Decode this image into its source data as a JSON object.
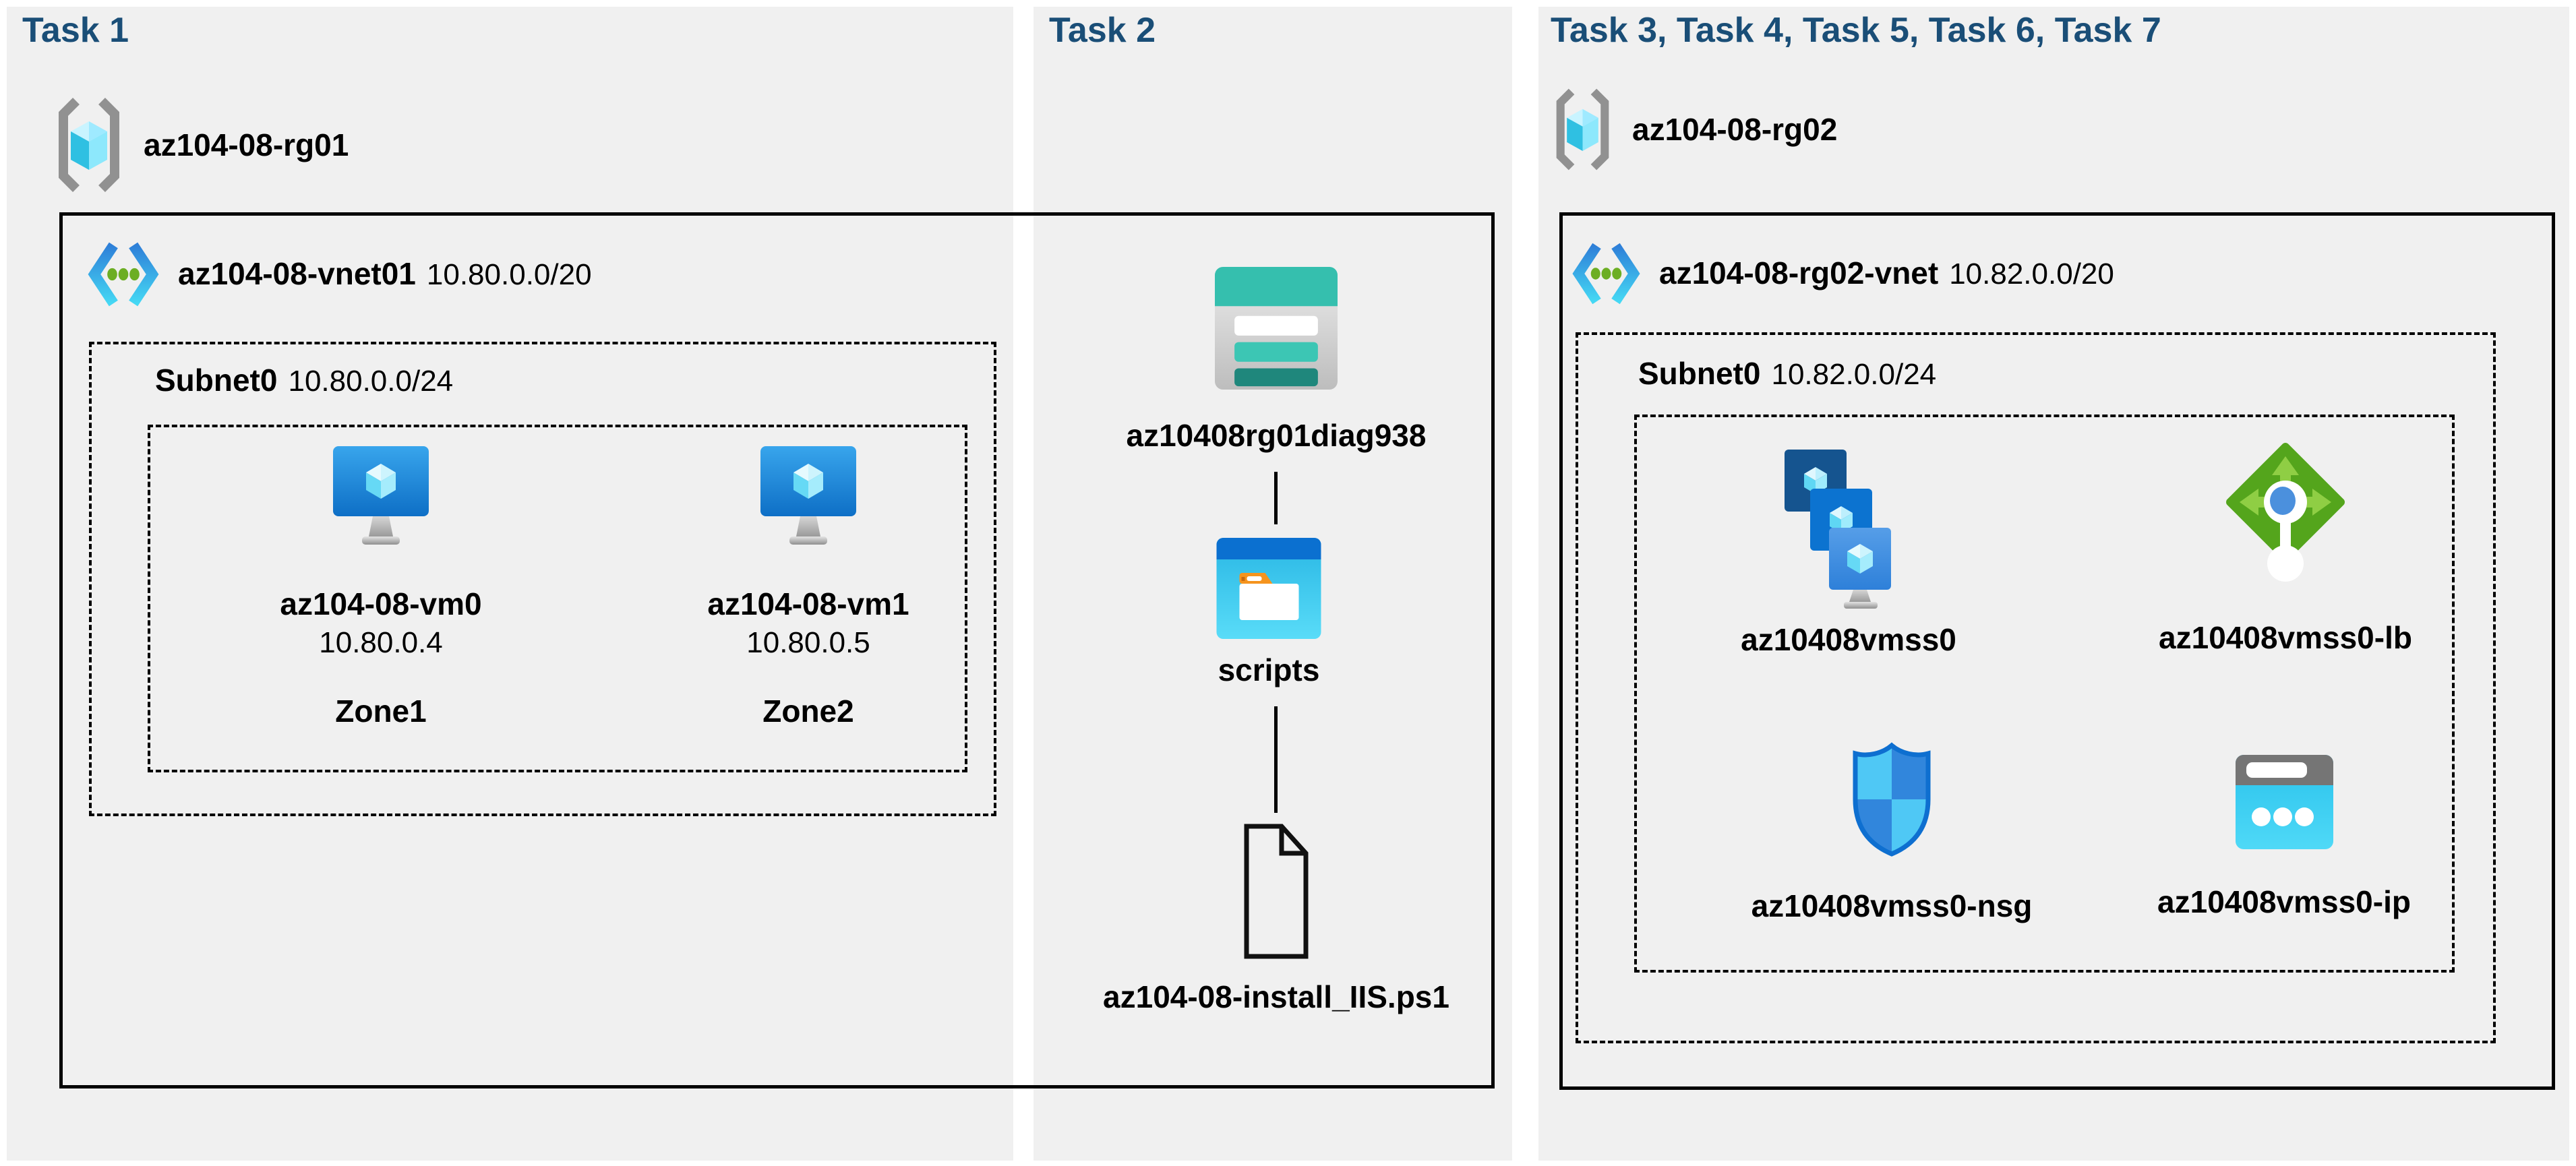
{
  "colors": {
    "page_bg": "#ffffff",
    "panel_bg": "#f0f0f0",
    "title_text": "#1a4e77",
    "label_text": "#000000",
    "box_line": "#000000",
    "vnet_icon_green": "#6cae23",
    "storage_teal": "#35bfae",
    "lb_green": "#54a51c",
    "nsg_blue": "#0e6fd0",
    "ip_cyan": "#2ac3ed"
  },
  "panels": {
    "task1": {
      "title": "Task 1",
      "resource_group": "az104-08-rg01",
      "vnet_name": "az104-08-vnet01",
      "vnet_cidr": "10.80.0.0/20",
      "subnet_name": "Subnet0",
      "subnet_cidr": "10.80.0.0/24",
      "vm0": {
        "name": "az104-08-vm0",
        "ip": "10.80.0.4",
        "zone": "Zone1"
      },
      "vm1": {
        "name": "az104-08-vm1",
        "ip": "10.80.0.5",
        "zone": "Zone2"
      }
    },
    "task2": {
      "title": "Task 2",
      "storage_account": "az10408rg01diag938",
      "container": "scripts",
      "script_file": "az104-08-install_IIS.ps1"
    },
    "task3": {
      "title": "Task 3, Task 4, Task 5, Task 6, Task 7",
      "resource_group": "az104-08-rg02",
      "vnet_name": "az104-08-rg02-vnet",
      "vnet_cidr": "10.82.0.0/20",
      "subnet_name": "Subnet0",
      "subnet_cidr": "10.82.0.0/24",
      "vmss": "az10408vmss0",
      "load_balancer": "az10408vmss0-lb",
      "nsg": "az10408vmss0-nsg",
      "public_ip": "az10408vmss0-ip"
    }
  }
}
